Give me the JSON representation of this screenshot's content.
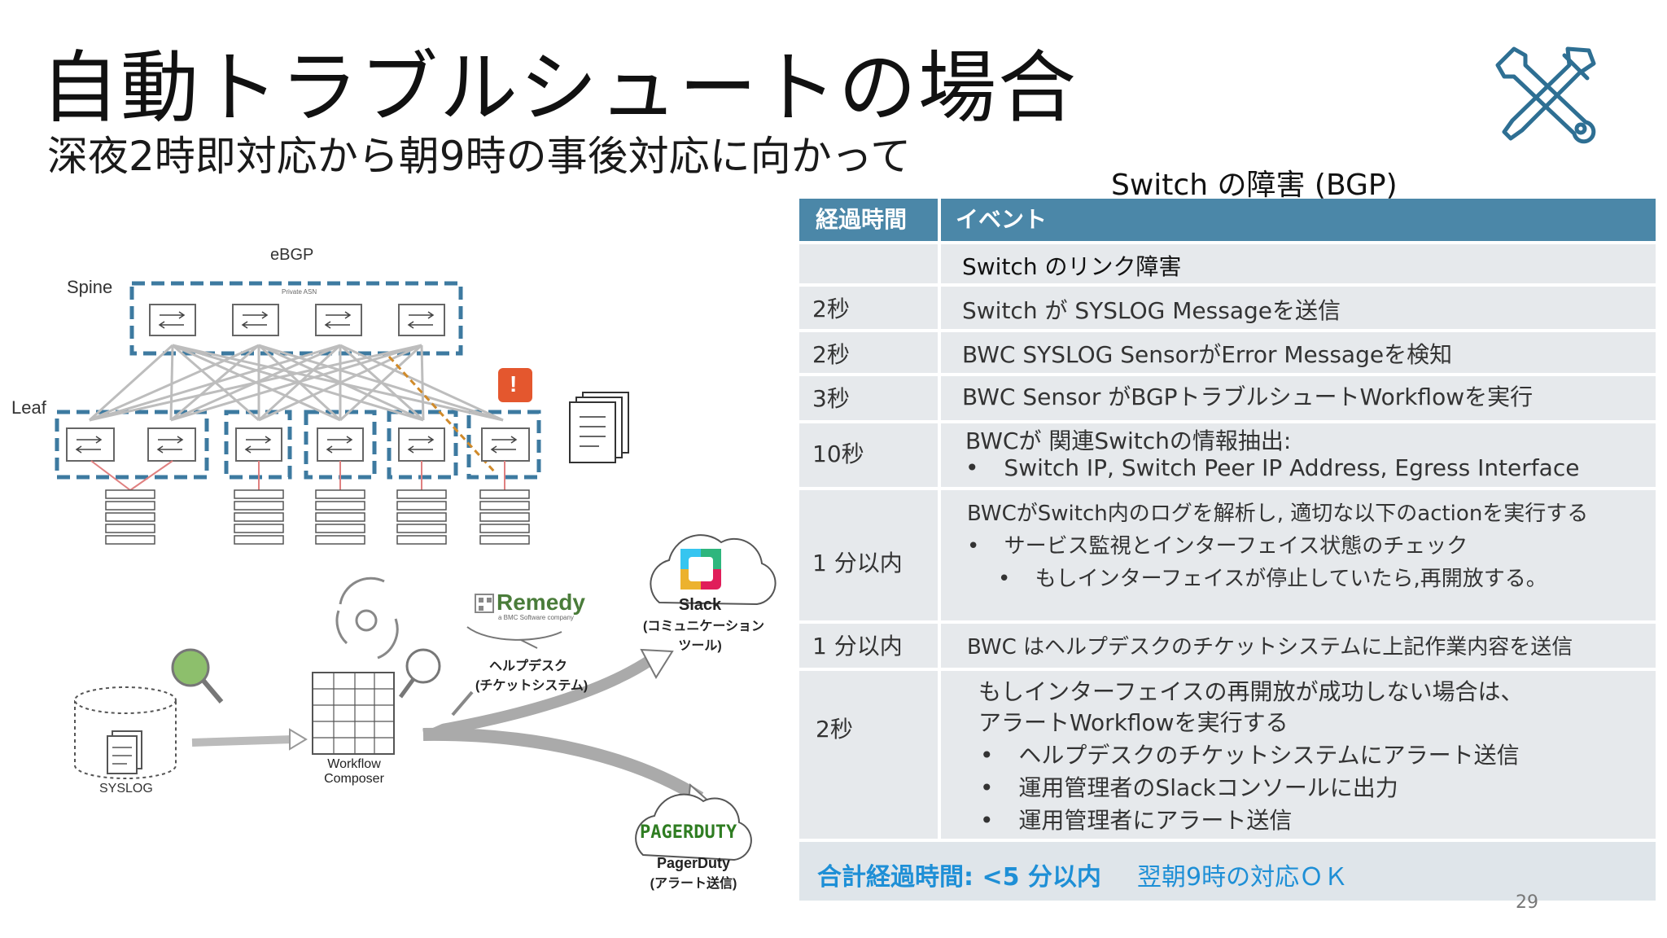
{
  "slide": {
    "title": "自動トラブルシュートの場合",
    "subtitle": "深夜2時即対応から朝9時の事後対応に向かって",
    "page_number": "29"
  },
  "diagram": {
    "ebgp": "eBGP",
    "spine": "Spine",
    "leaf": "Leaf",
    "private_asn": "Private ASN",
    "syslog": "SYSLOG",
    "workflow_line1": "Workflow",
    "workflow_line2": "Composer",
    "remedy": "Remedy",
    "remedy_tagline": "a BMC Software company",
    "helpdesk_line1": "ヘルプデスク",
    "helpdesk_line2": "(チケットシステム)",
    "slack": "Slack",
    "slack_line2": "(コミュニケーション",
    "slack_line3": "ツール)",
    "pagerduty_logo": "PAGERDUTY",
    "pagerduty": "PagerDuty",
    "pagerduty_line2": "(アラート送信)",
    "alert_mark": "!"
  },
  "table": {
    "caption": "Switch の障害 (BGP)",
    "header_time": "経過時間",
    "header_event": "イベント",
    "rows": [
      {
        "time": "",
        "event": "Switch のリンク障害"
      },
      {
        "time": "2秒",
        "event": "Switch が SYSLOG Messageを送信"
      },
      {
        "time": "2秒",
        "event": "BWC SYSLOG SensorがError Messageを検知"
      },
      {
        "time": "3秒",
        "event": "BWC Sensor がBGPトラブルシュートWorkflowを実行"
      },
      {
        "time": "10秒",
        "event": "BWCが 関連Switchの情報抽出:",
        "bullets": [
          "Switch IP, Switch Peer IP Address, Egress Interface"
        ]
      },
      {
        "time": "1 分以内",
        "event": "BWCがSwitch内のログを解析し, 適切な以下のactionを実行する",
        "bullets": [
          "サービス監視とインターフェイス状態のチェック"
        ],
        "sub_bullets": [
          "もしインターフェイスが停止していたら,再開放する。"
        ]
      },
      {
        "time": "1 分以内",
        "event": "BWC はヘルプデスクのチケットシステムに上記作業内容を送信"
      },
      {
        "time": "2秒",
        "event": "もしインターフェイスの再開放が成功しない場合は、",
        "event2": "アラートWorkflowを実行する",
        "bullets": [
          "ヘルプデスクのチケットシステムにアラート送信",
          "運用管理者のSlackコンソールに出力",
          "運用管理者にアラート送信"
        ]
      }
    ],
    "bullet_char": "•",
    "footer_label": "合計経過時間: <5 分以内",
    "footer_ok": "翌朝9時の対応ＯＫ"
  },
  "colors": {
    "header_blue": "#4b87a8",
    "row_gray": "#e6e9ec",
    "footer_blue_text": "#1e8fd6",
    "dashed_box": "#3d7aa0",
    "alert_red": "#e4572e",
    "link_gray": "#bdbdbd",
    "failed_link": "#d08a2a"
  },
  "icons": [
    "wrench-screwdriver-icon",
    "switch-icon",
    "server-rack-icon",
    "document-stack-icon",
    "alert-icon",
    "database-icon",
    "magnifier-icon",
    "recycle-icon",
    "workflow-grid-icon",
    "cloud-icon",
    "slack-logo-icon",
    "remedy-logo-icon"
  ]
}
